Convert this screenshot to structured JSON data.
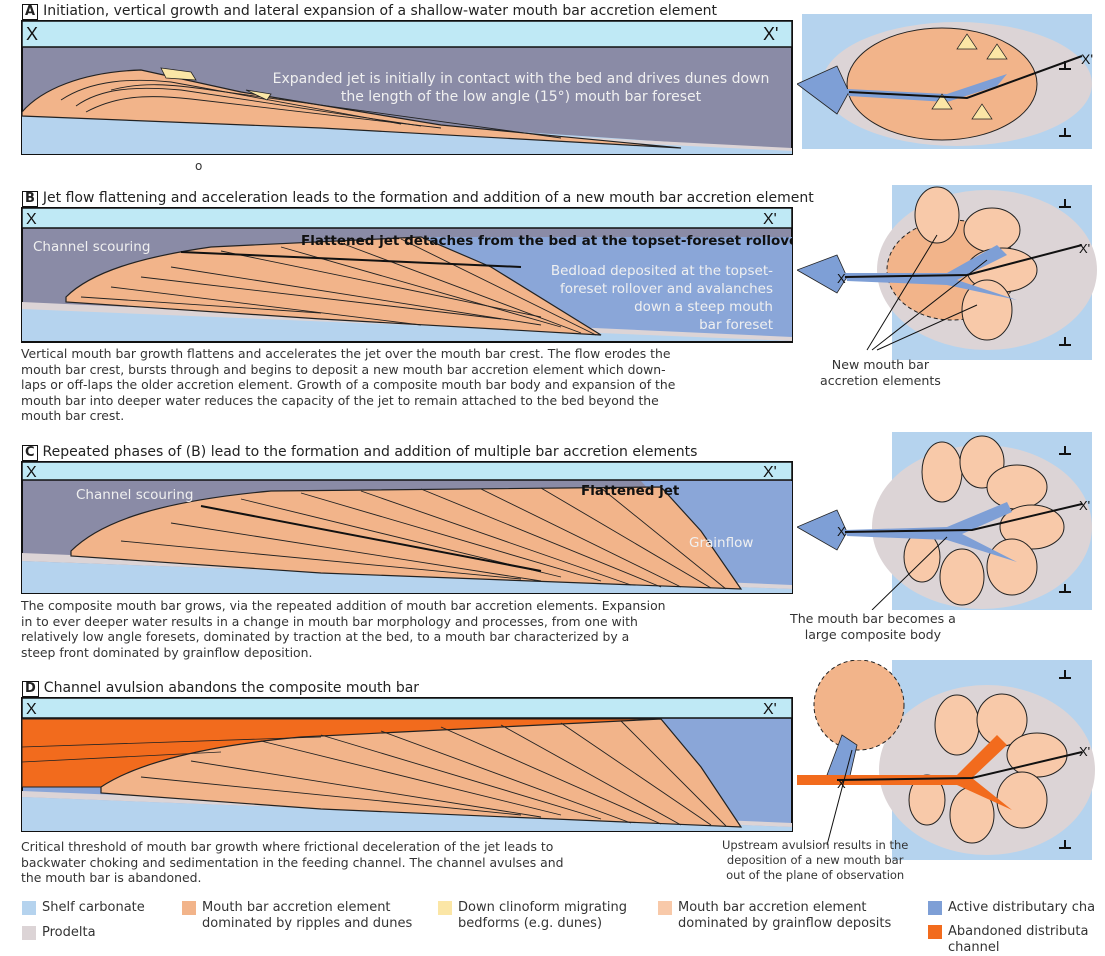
{
  "colors": {
    "sky": "#bfe9f5",
    "water": "#8a8ba6",
    "water_deep": "#8aa6d8",
    "shelf": "#b5d3ee",
    "prodelta": "#dcd4d6",
    "bar": "#f2b48a",
    "bar_pale": "#f8c9a9",
    "dunes": "#fbe6a6",
    "channel": "#7e9fd6",
    "abandoned": "#f26b1d"
  },
  "panels": [
    {
      "letter": "A",
      "title": "Initiation, vertical growth and lateral expansion of a shallow-water mouth bar accretion element",
      "x_label": "X",
      "xp_label": "X'",
      "labels": [
        "Expanded jet is initially in contact with the bed and drives dunes down",
        "the length of the low angle (15°) mouth bar foreset"
      ],
      "stray": "o"
    },
    {
      "letter": "B",
      "title": "Jet flow flattening and acceleration leads to the formation and addition of a new mouth bar accretion element",
      "x_label": "X",
      "xp_label": "X'",
      "channel_label": "Channel scouring",
      "jet_label": "Flattened jet detaches from the bed at the topset-foreset rollover",
      "side_labels": [
        "Bedload deposited at the topset-",
        "foreset rollover and avalanches",
        "down a steep mouth",
        "bar foreset"
      ]
    },
    {
      "letter": "C",
      "title": "Repeated phases of (B) lead to the formation and addition of multiple bar accretion elements",
      "x_label": "X",
      "xp_label": "X'",
      "channel_label": "Channel scouring",
      "jet_label": "Flattened jet",
      "side_label": "Grainflow"
    },
    {
      "letter": "D",
      "title": "Channel avulsion abandons the composite mouth bar",
      "x_label": "X",
      "xp_label": "X'"
    }
  ],
  "captions": {
    "b": [
      "Vertical mouth bar growth flattens and accelerates the jet over the mouth bar crest. The flow erodes the",
      "mouth bar crest, bursts through and begins to deposit a new mouth bar accretion element which down-",
      "laps or off-laps the older accretion element. Growth of a composite mouth bar body and expansion of the",
      "mouth bar into deeper water reduces the capacity of the jet to remain attached to the bed beyond the",
      "mouth bar crest."
    ],
    "c": [
      "The composite mouth bar grows, via the repeated addition of mouth bar accretion elements. Expansion",
      "in to ever deeper water results in a change in mouth bar morphology and processes, from one with",
      "relatively low angle foresets, dominated by traction at the bed, to a mouth bar characterized by a",
      "steep front dominated by grainflow deposition."
    ],
    "d": [
      "Critical threshold of mouth bar growth where frictional deceleration of the jet leads to",
      "backwater choking and sedimentation in the feeding channel. The channel avulses and",
      "the mouth bar is abandoned."
    ]
  },
  "map_notes": {
    "b": [
      "New mouth bar",
      "accretion elements"
    ],
    "c": [
      "The mouth bar becomes a",
      "large composite body"
    ],
    "d": [
      "Upstream avulsion results in the",
      "deposition of a new mouth bar",
      "out of the plane of observation"
    ],
    "x": "X",
    "xp": "X'"
  },
  "legend": [
    {
      "label": "Shelf carbonate",
      "color": "#b5d3ee"
    },
    {
      "label": "Prodelta",
      "color": "#dcd4d6"
    },
    {
      "label": "Mouth bar accretion element\ndominated by ripples and dunes",
      "color": "#f2b48a"
    },
    {
      "label": "Down clinoform migrating\nbedforms (e.g. dunes)",
      "color": "#fbe6a6"
    },
    {
      "label": "Mouth bar accretion element\ndominated by grainflow deposits",
      "color": "#f8c9a9"
    },
    {
      "label": "Active distributary cha",
      "color": "#7e9fd6"
    },
    {
      "label": "Abandoned distributa\nchannel",
      "color": "#f26b1d"
    }
  ]
}
